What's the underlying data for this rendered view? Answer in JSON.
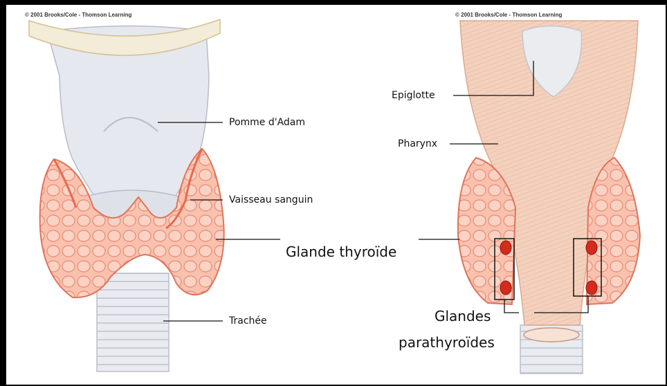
{
  "copyright_left": "© 2001 Brooks/Cole - Thomson Learning",
  "copyright_right": "© 2001 Brooks/Cole - Thomson Learning",
  "labels": {
    "pomme_adam": "Pomme d'Adam",
    "vaisseau": "Vaisseau sanguin",
    "glande_thyroide": "Glande thyroïde",
    "trachee": "Trachée",
    "epiglotte": "Epiglotte",
    "pharynx": "Pharynx",
    "glandes_line1": "Glandes",
    "glandes_line2": "parathyroïdes"
  },
  "colors": {
    "thyroid": "#f7b9a6",
    "thyroid_outline": "#e0735a",
    "cartilage": "#e4e6ee",
    "pharynx": "#f2cdb8",
    "parathyroid": "#d42b1c"
  }
}
